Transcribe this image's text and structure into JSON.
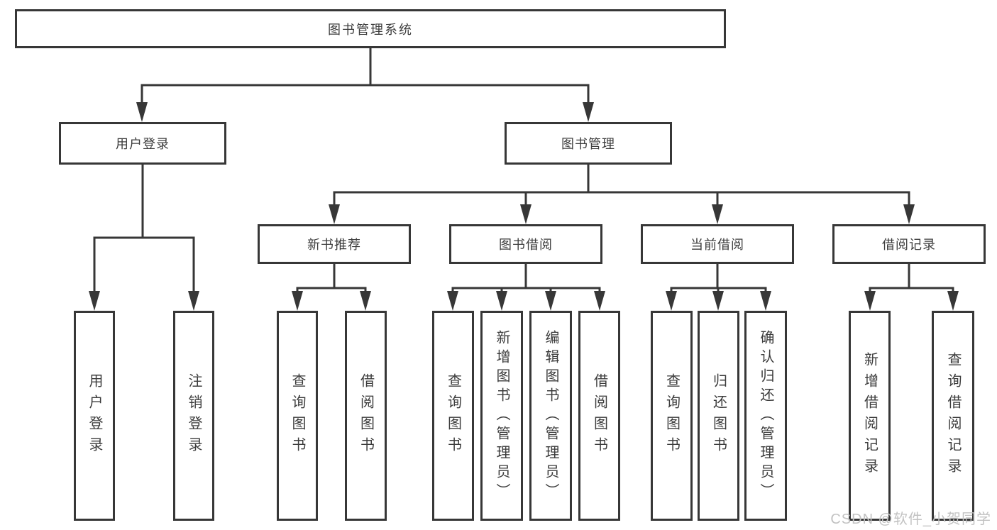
{
  "colors": {
    "line": "#373737",
    "text": "#3c3c3c",
    "bg": "#ffffff",
    "box-bg": "#ffffff",
    "watermark": "#c2c2c2"
  },
  "root": {
    "label": "图书管理系统"
  },
  "level2": {
    "user_login": {
      "label": "用户登录"
    },
    "book_mgmt": {
      "label": "图书管理"
    }
  },
  "level3": {
    "new_books": {
      "label": "新书推荐"
    },
    "borrowing": {
      "label": "图书借阅"
    },
    "current": {
      "label": "当前借阅"
    },
    "records": {
      "label": "借阅记录"
    }
  },
  "level4": {
    "login": {
      "label": "用户登录"
    },
    "logout": {
      "label": "注销登录"
    },
    "nb_query": {
      "label": "查询图书"
    },
    "nb_borrow": {
      "label": "借阅图书"
    },
    "bw_query": {
      "label": "查询图书"
    },
    "bw_add": {
      "label": "新增图书（管理员）"
    },
    "bw_edit": {
      "label": "编辑图书（管理员）"
    },
    "bw_borrow": {
      "label": "借阅图书"
    },
    "cur_query": {
      "label": "查询图书"
    },
    "cur_return": {
      "label": "归还图书"
    },
    "cur_confirm": {
      "label": "确认归还（管理员）"
    },
    "rec_add": {
      "label": "新增借阅记录"
    },
    "rec_query": {
      "label": "查询借阅记录"
    }
  },
  "watermark": {
    "text": "CSDN @软件_小贺同学"
  }
}
